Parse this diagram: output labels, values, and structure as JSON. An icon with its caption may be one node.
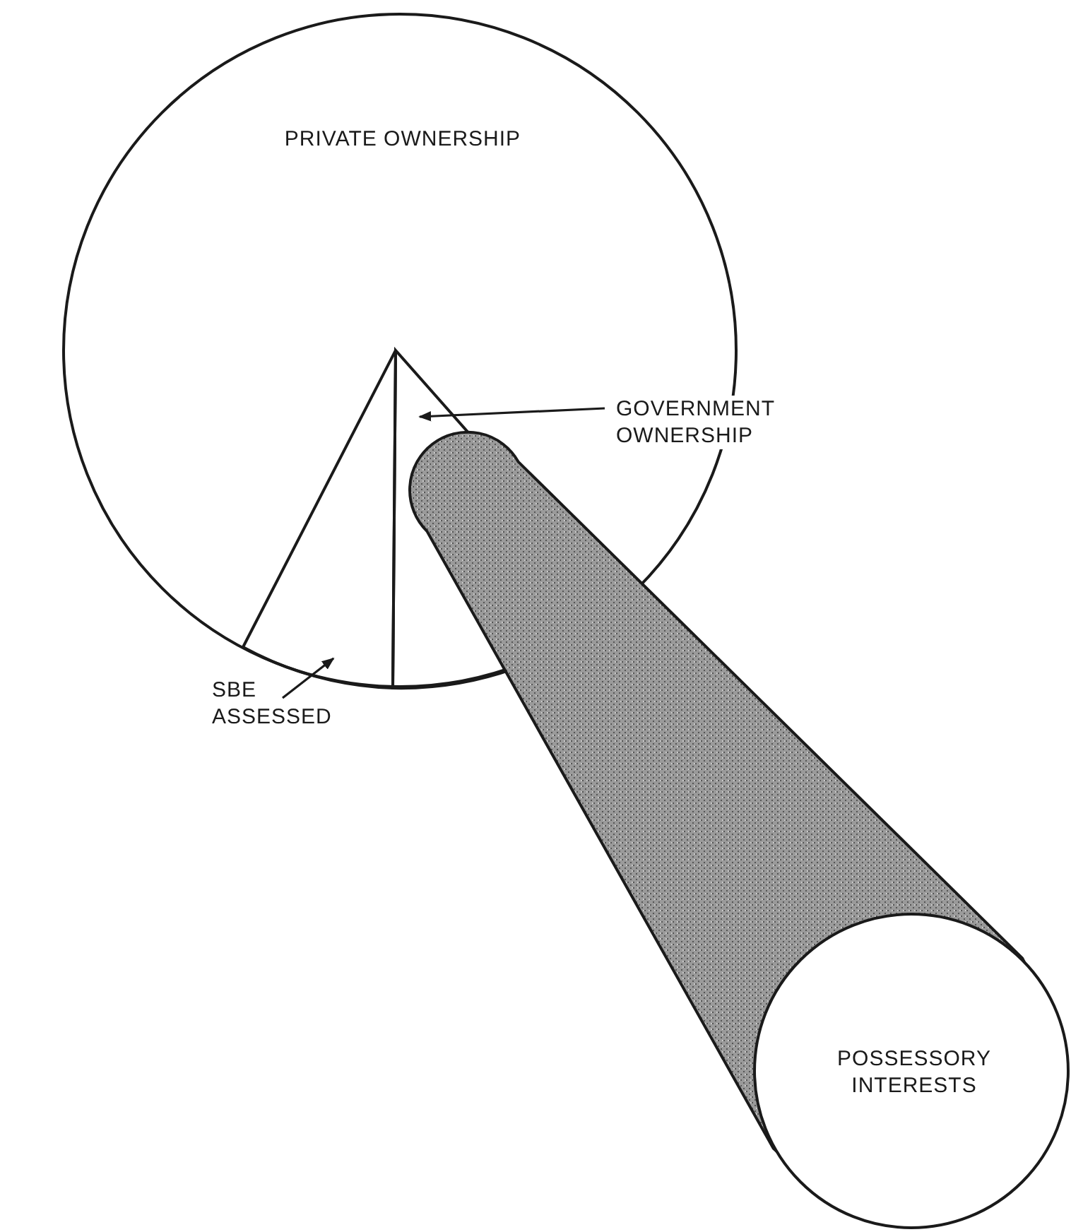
{
  "diagram": {
    "nodes": [
      {
        "text": [
          "PRIVATE OWNERSHIP"
        ]
      },
      {
        "text": [],
        "shape": "wedge",
        "in": 0
      },
      {
        "text": [],
        "shape": "wedge",
        "in": 0
      },
      {
        "text": [
          "SBE ASSESSED"
        ]
      },
      {
        "text": [
          "GOVERNMENT OWNERSHIP"
        ]
      },
      {
        "text": [
          "POSSESSORY INTERESTS"
        ]
      }
    ],
    "edges": [
      {
        "from": 3,
        "to": 1,
        "arrow": "to"
      },
      {
        "from": 4,
        "to": 2,
        "arrow": "to"
      }
    ]
  }
}
